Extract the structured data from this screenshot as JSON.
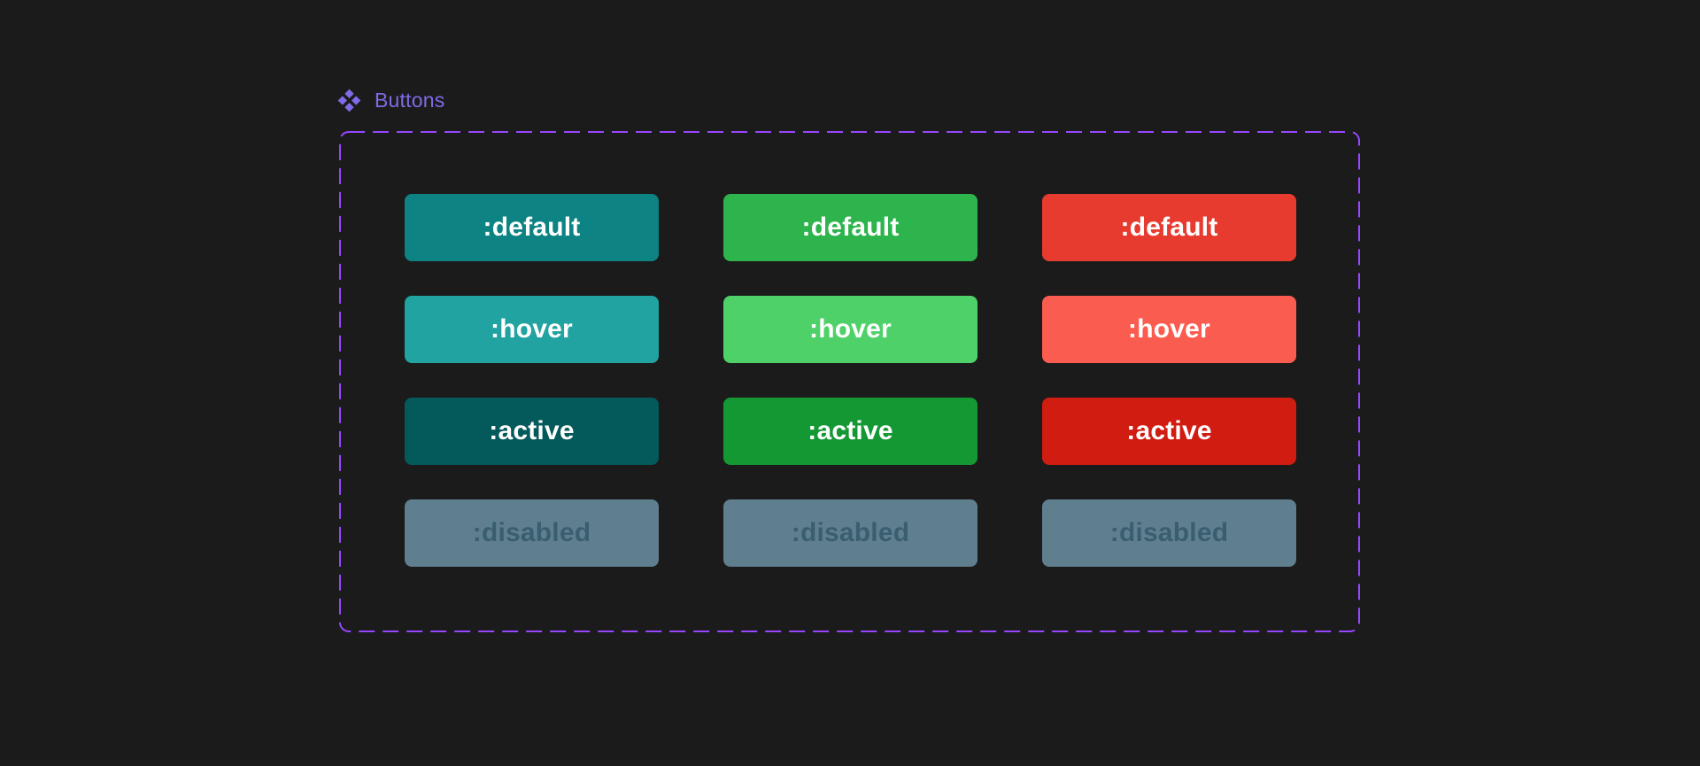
{
  "canvas": {
    "background_color": "#1b1b1b"
  },
  "component": {
    "label": "Buttons",
    "label_color": "#7d6ce6",
    "icon": "component-diamonds-icon",
    "frame_border_color": "#9747ff"
  },
  "buttons": {
    "columns": [
      "teal",
      "green",
      "red"
    ],
    "rows": [
      {
        "label": ":default",
        "text_color": "#ffffff",
        "colors": [
          "#0d8383",
          "#2eb44d",
          "#e83b30"
        ]
      },
      {
        "label": ":hover",
        "text_color": "#ffffff",
        "colors": [
          "#21a3a2",
          "#4fd169",
          "#fb5c50"
        ]
      },
      {
        "label": ":active",
        "text_color": "#ffffff",
        "colors": [
          "#045a5b",
          "#149833",
          "#d01c11"
        ]
      },
      {
        "label": ":disabled",
        "text_color": "#395e70",
        "colors": [
          "#607f8e",
          "#607f8e",
          "#607f8e"
        ]
      }
    ]
  }
}
